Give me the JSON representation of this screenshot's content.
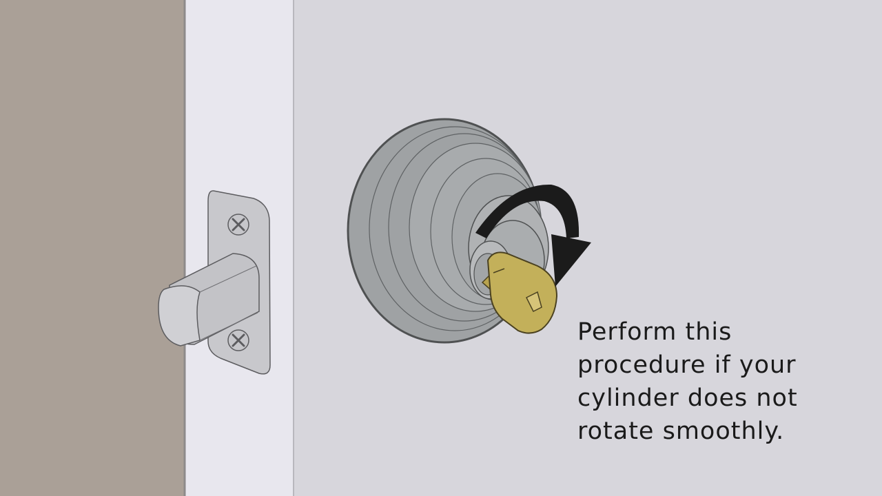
{
  "caption": {
    "lines": [
      "Perform this",
      "procedure if your",
      "cylinder does not",
      "rotate smoothly."
    ]
  },
  "icons": {
    "arrow": "curved-rotation-arrow-icon",
    "key": "key-icon",
    "screw": "phillips-screw-icon"
  },
  "colors": {
    "door_edge": "#aaa097",
    "jamb": "#e8e7ee",
    "wall": "#d7d6dc",
    "lock_body": "#a7a9ab",
    "key": "#c3b05a",
    "arrow": "#1b1b1b",
    "text": "#1a1a1a"
  }
}
